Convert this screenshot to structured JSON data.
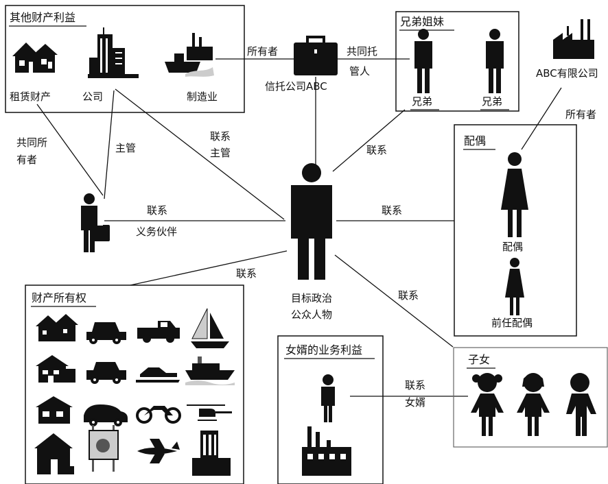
{
  "boxes": {
    "other_assets": {
      "title": "其他财产利益",
      "items": [
        "租赁财产",
        "公司",
        "制造业"
      ]
    },
    "siblings": {
      "title": "兄弟姐妹",
      "items": [
        "兄弟",
        "兄弟"
      ]
    },
    "spouse": {
      "title": "配偶",
      "items": [
        "配偶",
        "前任配偶"
      ]
    },
    "property": {
      "title": "财产所有权"
    },
    "son_in_law": {
      "title": "女婿的业务利益"
    },
    "children": {
      "title": "子女"
    }
  },
  "nodes": {
    "trust": "信托公司ABC",
    "abc_company": "ABC有限公司",
    "target_line1": "目标政治",
    "target_line2": "公众人物"
  },
  "edges": {
    "owner_trust": "所有者",
    "co_trustee_line1": "共同托",
    "co_trustee_line2": "管人",
    "owner_abc": "所有者",
    "joint_owner_line1": "共同所",
    "joint_owner_line2": "有者",
    "supervisor": "主管",
    "contact_supervisor_line1": "联系",
    "contact_supervisor_line2": "主管",
    "contact_siblings": "联系",
    "contact_partner_line1": "联系",
    "contact_partner_line2": "义务伙伴",
    "contact_spouse": "联系",
    "contact_property": "联系",
    "contact_children": "联系",
    "contact_soninlaw_line1": "联系",
    "contact_soninlaw_line2": "女婿"
  }
}
